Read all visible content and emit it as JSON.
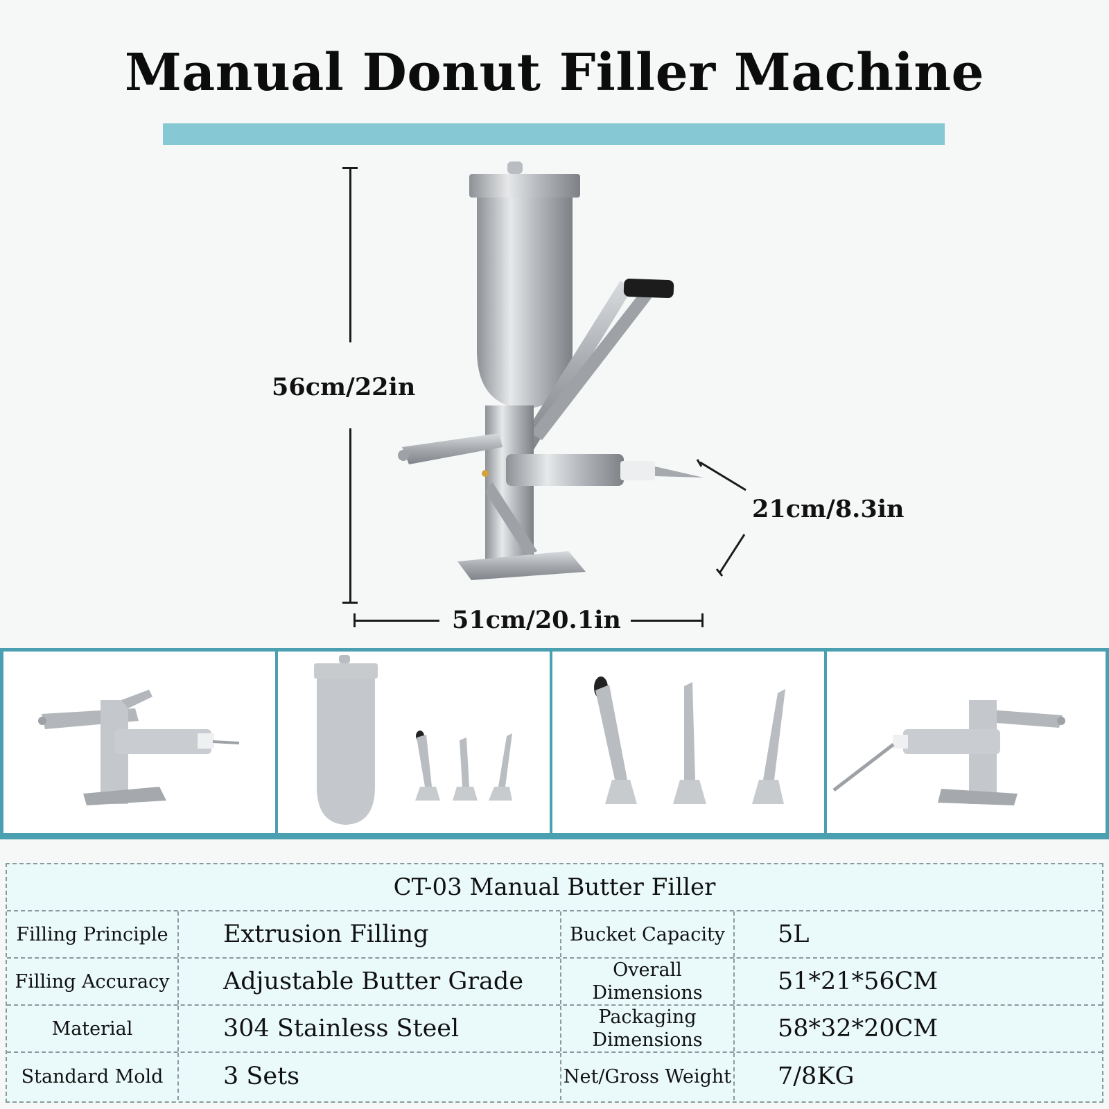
{
  "title": "Manual Donut Filler Machine",
  "dimensions": {
    "height": "56cm/22in",
    "depth": "21cm/8.3in",
    "width": "51cm/20.1in"
  },
  "gallery": [
    {
      "name": "machine-side-view"
    },
    {
      "name": "hopper-and-nozzles"
    },
    {
      "name": "three-nozzles"
    },
    {
      "name": "machine-long-nozzle"
    }
  ],
  "spec_table": {
    "caption": "CT-03 Manual Butter Filler",
    "rows": [
      {
        "label1": "Filling Principle",
        "value1": "Extrusion Filling",
        "label2": "Bucket Capacity",
        "value2": "5L"
      },
      {
        "label1": "Filling Accuracy",
        "value1": "Adjustable Butter Grade",
        "label2": "Overall Dimensions",
        "value2": "51*21*56CM"
      },
      {
        "label1": "Material",
        "value1": "304 Stainless Steel",
        "label2": "Packaging Dimensions",
        "value2": "58*32*20CM"
      },
      {
        "label1": "Standard Mold",
        "value1": "3 Sets",
        "label2": "Net/Gross Weight",
        "value2": "7/8KG"
      }
    ]
  },
  "colors": {
    "accent": "#86c8d4",
    "gallery_frame": "#4a9fb0",
    "table_bg": "#eafafb"
  }
}
